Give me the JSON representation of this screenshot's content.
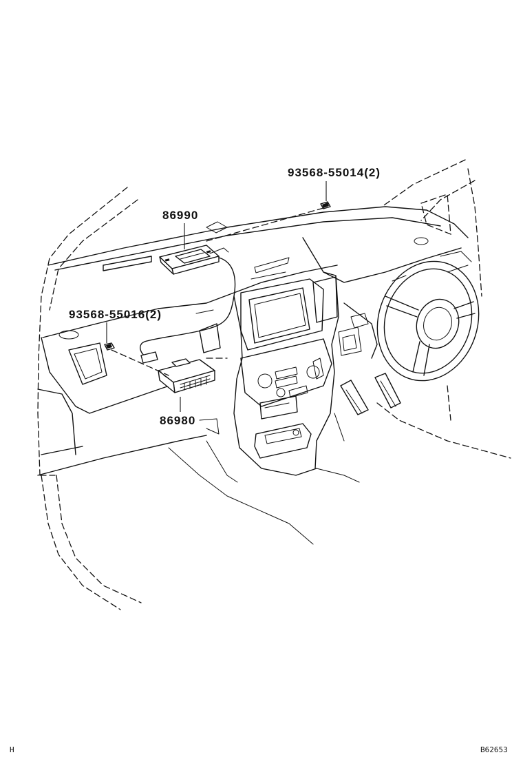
{
  "diagram": {
    "callouts": {
      "bolt_upper": "93568-55014(2)",
      "antenna": "86990",
      "bolt_lower": "93568-55016(2)",
      "receiver": "86980"
    },
    "footer": {
      "left_code": "H",
      "right_code": "B62653"
    },
    "colors": {
      "line": "#111111",
      "background": "#ffffff"
    },
    "icons": [
      "bolt-icon",
      "antenna-unit-icon",
      "receiver-unit-icon",
      "steering-wheel-icon"
    ]
  }
}
